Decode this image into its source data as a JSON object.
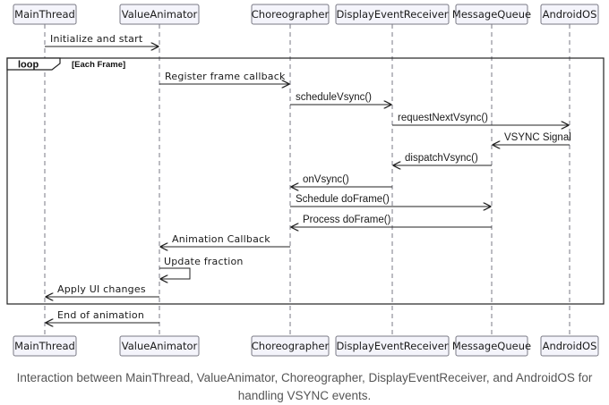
{
  "participants": [
    "MainThread",
    "ValueAnimator",
    "Choreographer",
    "DisplayEventReceiver",
    "MessageQueue",
    "AndroidOS"
  ],
  "loop": {
    "keyword": "loop",
    "condition": "[Each Frame]"
  },
  "messages": [
    {
      "from": "MainThread",
      "to": "ValueAnimator",
      "label": "Initialize and start",
      "kind": "sync"
    },
    {
      "from": "ValueAnimator",
      "to": "Choreographer",
      "label": "Register frame callback",
      "kind": "sync"
    },
    {
      "from": "Choreographer",
      "to": "DisplayEventReceiver",
      "label": "scheduleVsync()",
      "kind": "sync"
    },
    {
      "from": "DisplayEventReceiver",
      "to": "AndroidOS",
      "label": "requestNextVsync()",
      "kind": "sync"
    },
    {
      "from": "AndroidOS",
      "to": "MessageQueue",
      "label": "VSYNC Signal",
      "kind": "sync"
    },
    {
      "from": "MessageQueue",
      "to": "DisplayEventReceiver",
      "label": "dispatchVsync()",
      "kind": "sync"
    },
    {
      "from": "DisplayEventReceiver",
      "to": "Choreographer",
      "label": "onVsync()",
      "kind": "sync"
    },
    {
      "from": "Choreographer",
      "to": "MessageQueue",
      "label": "Schedule doFrame()",
      "kind": "sync"
    },
    {
      "from": "MessageQueue",
      "to": "Choreographer",
      "label": "Process doFrame()",
      "kind": "sync"
    },
    {
      "from": "Choreographer",
      "to": "ValueAnimator",
      "label": "Animation Callback",
      "kind": "sync"
    },
    {
      "from": "ValueAnimator",
      "to": "ValueAnimator",
      "label": "Update fraction",
      "kind": "self"
    },
    {
      "from": "ValueAnimator",
      "to": "MainThread",
      "label": "Apply UI changes",
      "kind": "sync"
    },
    {
      "from": "ValueAnimator",
      "to": "MainThread",
      "label": "End of animation",
      "kind": "sync"
    }
  ],
  "caption": "Interaction between MainThread, ValueAnimator, Choreographer, DisplayEventReceiver, and AndroidOS for handling VSYNC events."
}
